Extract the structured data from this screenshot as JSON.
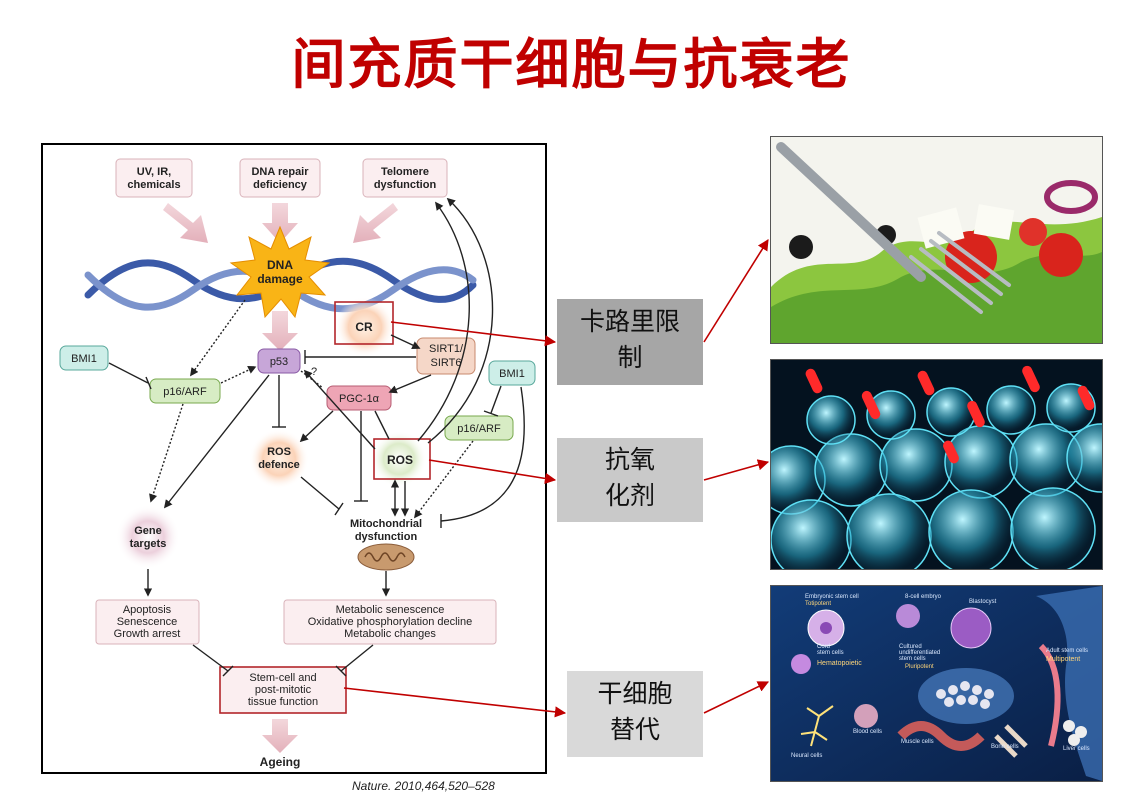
{
  "title": "间充质干细胞与抗衰老",
  "citation": "Nature. 2010,464,520–528",
  "diagram": {
    "causes": [
      "UV, IR,\nchemicals",
      "DNA repair\ndeficiency",
      "Telomere\ndysfunction"
    ],
    "dna_damage": "DNA\ndamage",
    "bmi1_left": "BMI1",
    "bmi1_right": "BMI1",
    "p16_left": "p16/ARF",
    "p16_right": "p16/ARF",
    "p53": "p53",
    "question": "?",
    "cr": "CR",
    "sirt": "SIRT1/\nSIRT6",
    "pgc": "PGC-1α",
    "ros_defence": "ROS\ndefence",
    "ros": "ROS",
    "gene_targets": "Gene\ntargets",
    "mito": "Mitochondrial\ndysfunction",
    "apoptosis": "Apoptosis\nSenescence\nGrowth arrest",
    "metabolic": "Metabolic senescence\nOxidative phosphorylation decline\nMetabolic changes",
    "stem_cell": "Stem-cell and\npost-mitotic\ntissue function",
    "ageing": "Ageing"
  },
  "labels": {
    "cr_box": "卡路里限\n制",
    "antioxidant_box": "抗氧\n化剂",
    "stemcell_box": "干细胞\n替代"
  },
  "stemcell_image_labels": {
    "embryonic": "Embryonic stem cell",
    "totipotent": "Totipotent",
    "eight_cell": "8-cell embryo",
    "blastocyst": "Blastocyst",
    "cord": "Cord\nstem cells",
    "hematopoietic": "Hematopoietic",
    "cultured": "Cultured\nundifferentiated\nstem cells",
    "pluripotent": "Pluripotent",
    "adult": "Adult stem cells",
    "multipotent": "Multipotent",
    "blood": "Blood cells",
    "muscle": "Muscle cells",
    "bone": "Bone cells",
    "liver": "Liver cells",
    "neural": "Neural cells"
  },
  "colors": {
    "title": "#c00000",
    "connector": "#c00000",
    "label_bg": "#bfbfbf"
  }
}
